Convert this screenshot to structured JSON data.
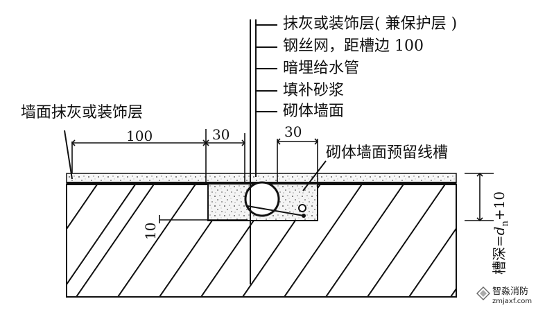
{
  "labels": {
    "plaster_protect": "抹灰或装饰层( 兼保护层 )",
    "steel_mesh": "钢丝网，距槽边 100",
    "concealed_pipe": "暗埋给水管",
    "filler_mortar": "填补砂浆",
    "masonry_surface": "砌体墙面",
    "wall_plaster": "墙面抹灰或装饰层",
    "reserved_groove": "砌体墙面预留线槽"
  },
  "dimensions": {
    "d100": "100",
    "d30_left": "30",
    "d30_right": "30",
    "d10": "10"
  },
  "groove_depth": {
    "label": "槽深",
    "formula": "=d",
    "subscript": "n",
    "suffix": "+10"
  },
  "watermark": {
    "name": "智淼消防",
    "url": "zmjaxf.com"
  }
}
